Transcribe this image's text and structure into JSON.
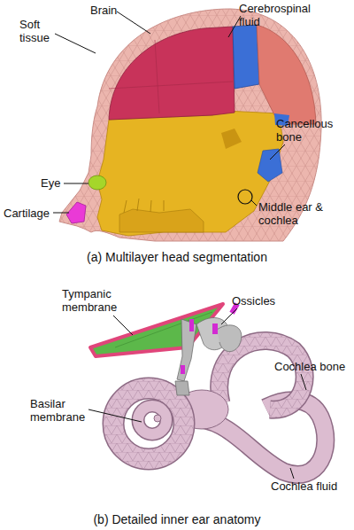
{
  "diagram": {
    "labels": [
      "Brain",
      "Cerebrospinal fluid",
      "Soft tissue",
      "Eye",
      "Cartilage",
      "Cancellous bone",
      "Middle ear & cochlea",
      "(a) Multilayer head segmentation",
      "Tympanic membrane",
      "Ossicles",
      "Basilar membrane",
      "Cochlea bone",
      "Cochlea fluid",
      "(b) Detailed inner ear anatomy"
    ]
  }
}
